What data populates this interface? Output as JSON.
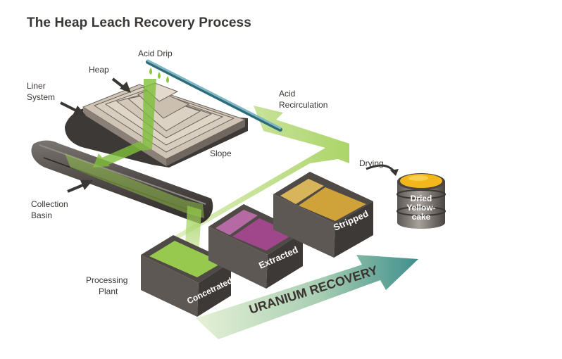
{
  "title": "The Heap Leach Recovery Process",
  "labels": {
    "acid_drip": "Acid Drip",
    "heap": "Heap",
    "liner_line1": "Liner",
    "liner_line2": "System",
    "acid_recirc_line1": "Acid",
    "acid_recirc_line2": "Recirculation",
    "slope": "Slope",
    "collection_line1": "Collection",
    "collection_line2": "Basin",
    "drying": "Drying",
    "processing_line1": "Processing",
    "processing_line2": "Plant"
  },
  "tanks": {
    "concentrated": "Concetrated",
    "extracted": "Extracted",
    "stripped": "Stripped"
  },
  "barrel": {
    "line1": "Dried",
    "line2": "Yellow-",
    "line3": "cake"
  },
  "banner": "URANIUM RECOVERY",
  "colors": {
    "flow_green": "#8cc63f",
    "pipe_blue": "#6aaab8",
    "tank_frame": "#4f4a46",
    "liquid_concentrated": "#8cbf3f",
    "liquid_extracted": "#a0478b",
    "liquid_stripped": "#cfa23a",
    "yellowcake": "#f2b81b",
    "banner_teal": "#2f8a86"
  }
}
